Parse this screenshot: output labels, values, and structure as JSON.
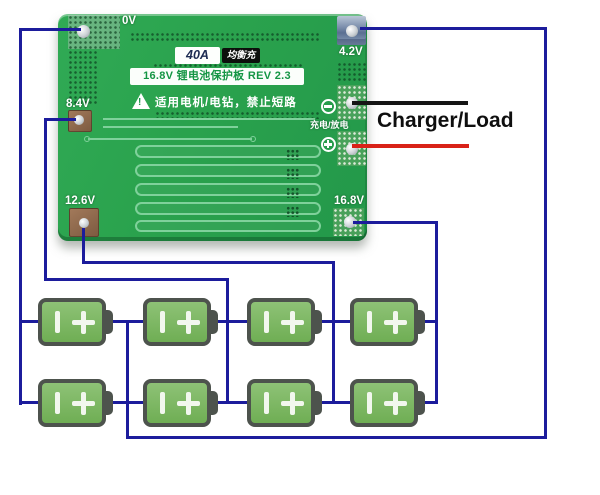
{
  "colors": {
    "background": "#ffffff",
    "pcb_green": "#2aa24d",
    "pcb_trace_light": "#7fd19b",
    "wire_blue": "#1c1c9c",
    "charger_wire_black": "#151515",
    "charger_wire_red": "#d92218",
    "battery_fill_green": "#7db963",
    "battery_border_gray": "#4d534d",
    "title_text_green": "#149544",
    "amp_badge_text_navy": "#1c2b52"
  },
  "board": {
    "amp_badge": "40A",
    "balance_badge": "均衡充",
    "title": "16.8V 锂电池保护板 REV 2.3",
    "warning_text": "适用电机/电钻，禁止短路",
    "charge_discharge_label": "充电/放电",
    "pad_labels": {
      "pack_minus": "0V",
      "cell1": "4.2V",
      "cell2": "8.4V",
      "cell3": "12.6V",
      "pack_plus": "16.8V"
    }
  },
  "charger": {
    "label": "Charger/Load"
  },
  "battery_pack": {
    "rows": 2,
    "cells_per_row": 4,
    "cell_minus_symbol": "-",
    "cell_plus_symbol": "+"
  }
}
